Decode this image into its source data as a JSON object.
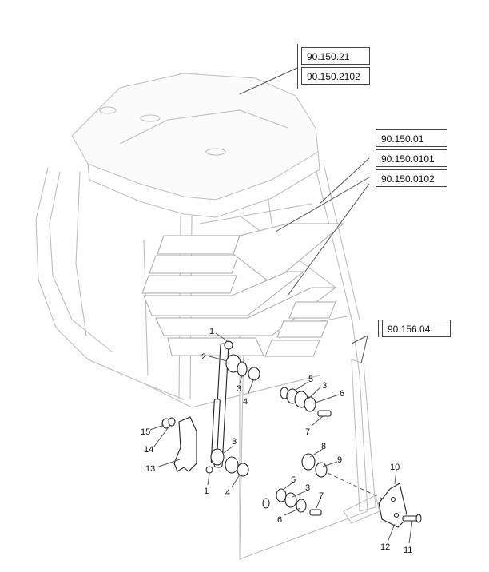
{
  "reference_boxes": [
    {
      "id": "ref-90-150-21",
      "label": "90.150.21"
    },
    {
      "id": "ref-90-150-2102",
      "label": "90.150.2102"
    },
    {
      "id": "ref-90-150-01",
      "label": "90.150.01"
    },
    {
      "id": "ref-90-150-0101",
      "label": "90.150.0101"
    },
    {
      "id": "ref-90-150-0102",
      "label": "90.150.0102"
    },
    {
      "id": "ref-90-156-04",
      "label": "90.156.04"
    }
  ],
  "callouts": [
    {
      "id": "c1a",
      "label": "1"
    },
    {
      "id": "c2",
      "label": "2"
    },
    {
      "id": "c3a",
      "label": "3"
    },
    {
      "id": "c4a",
      "label": "4"
    },
    {
      "id": "c5a",
      "label": "5"
    },
    {
      "id": "c3b",
      "label": "3"
    },
    {
      "id": "c6a",
      "label": "6"
    },
    {
      "id": "c7a",
      "label": "7"
    },
    {
      "id": "c15",
      "label": "15"
    },
    {
      "id": "c14",
      "label": "14"
    },
    {
      "id": "c13",
      "label": "13"
    },
    {
      "id": "c3c",
      "label": "3"
    },
    {
      "id": "c4b",
      "label": "4"
    },
    {
      "id": "c1b",
      "label": "1"
    },
    {
      "id": "c8",
      "label": "8"
    },
    {
      "id": "c9",
      "label": "9"
    },
    {
      "id": "c5b",
      "label": "5"
    },
    {
      "id": "c3d",
      "label": "3"
    },
    {
      "id": "c7b",
      "label": "7"
    },
    {
      "id": "c6b",
      "label": "6"
    },
    {
      "id": "c10",
      "label": "10"
    },
    {
      "id": "c12",
      "label": "12"
    },
    {
      "id": "c11",
      "label": "11"
    }
  ]
}
